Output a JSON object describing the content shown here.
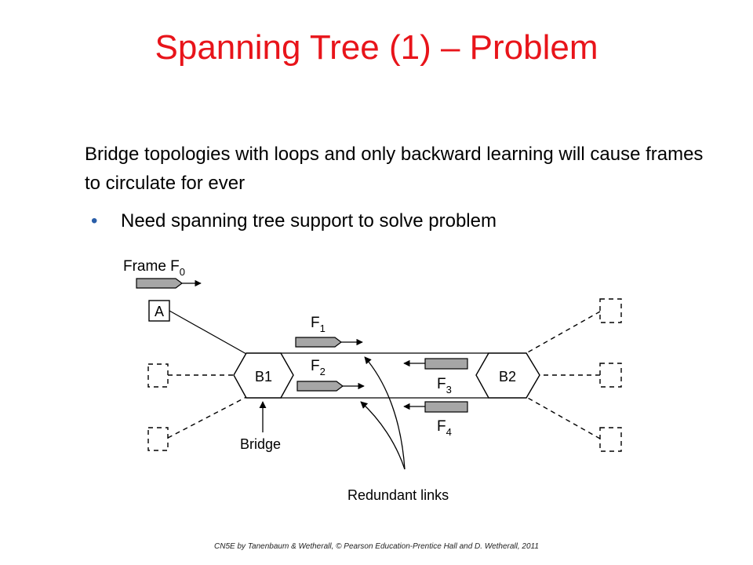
{
  "slide": {
    "title": "Spanning Tree (1) – Problem",
    "body": "Bridge topologies with loops and only backward learning will cause frames to circulate for ever",
    "bullet": "Need spanning tree support to solve problem",
    "footer": "CN5E by Tanenbaum & Wetherall, © Pearson Education-Prentice Hall and D. Wetherall, 2011"
  },
  "diagram": {
    "frame_label": "Frame F",
    "frame_sub": "0",
    "host_label": "A",
    "bridge1": "B1",
    "bridge2": "B2",
    "f1": "F",
    "f1_sub": "1",
    "f2": "F",
    "f2_sub": "2",
    "f3": "F",
    "f3_sub": "3",
    "f4": "F",
    "f4_sub": "4",
    "bridge_caption": "Bridge",
    "redundant_caption": "Redundant links"
  },
  "colors": {
    "title": "#e8141a",
    "bullet": "#2a5ea8",
    "frame_fill": "#a6a6a6"
  }
}
